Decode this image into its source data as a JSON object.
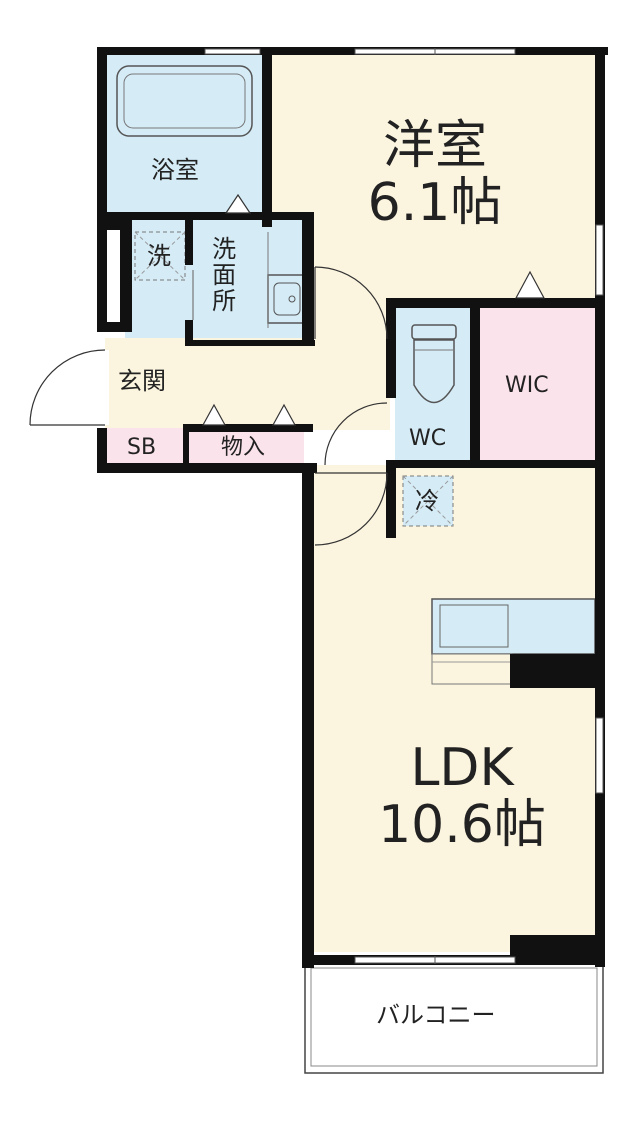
{
  "colors": {
    "wall": "#111111",
    "living_floor": "#fbf4df",
    "wet_area": "#d5ecf7",
    "accent_pink": "#fbe3ec",
    "balcony": "#ffffff"
  },
  "rooms": {
    "bath": {
      "label": "浴室"
    },
    "western_room": {
      "name": "洋室",
      "size": "6.1帖"
    },
    "washer": {
      "label": "洗"
    },
    "washroom": {
      "label": "洗面所"
    },
    "entrance": {
      "label": "玄関"
    },
    "shoe_box": {
      "label": "SB"
    },
    "storage": {
      "label": "物入"
    },
    "toilet": {
      "label": "WC"
    },
    "walk_in_closet": {
      "label": "WIC"
    },
    "fridge": {
      "label": "冷"
    },
    "ldk": {
      "name": "LDK",
      "size": "10.6帖"
    },
    "balcony": {
      "label": "バルコニー"
    }
  }
}
